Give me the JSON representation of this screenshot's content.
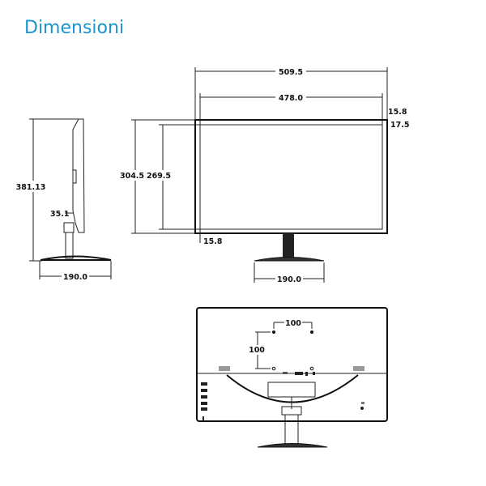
{
  "title": "Dimensioni",
  "colors": {
    "title": "#1b95d2",
    "lines": "#222222"
  },
  "side_view": {
    "height": "381.13",
    "depth": "35.1",
    "base_depth": "190.0"
  },
  "front_view": {
    "overall_width": "509.5",
    "screen_width": "478.0",
    "top_bezel": "15.8",
    "top_bezel_inner": "17.5",
    "overall_height": "304.5",
    "screen_height": "269.5",
    "bottom_bezel": "15.8",
    "base_width": "190.0"
  },
  "back_view": {
    "vesa_horizontal": "100",
    "vesa_vertical": "100"
  }
}
